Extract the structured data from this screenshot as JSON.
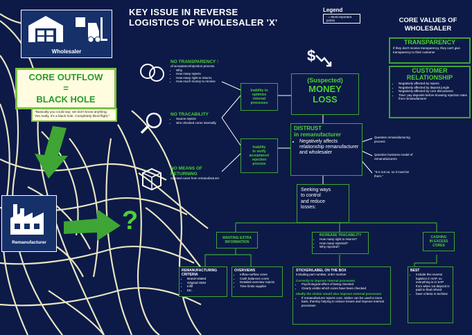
{
  "title": "KEY ISSUE IN REVERSE\nLOGISTICS OF WHOLESALER 'X'",
  "legend": {
    "title": "Legend",
    "item": "= Most important points",
    "icon": "!"
  },
  "core_values": {
    "heading": "CORE VALUES OF\nWHOLESALER",
    "transparency": {
      "title": "TRANSPARENCY",
      "text": "If they don't receive transparency, they can't give transparency to their customer"
    },
    "relationship": {
      "title": "CUSTOMER\nRELATIONSHIP",
      "items": [
        "Negatively affected by rejects",
        "Negatively affected by deposit jungle",
        "Negatively affected by core discussions",
        "Time: pay deposits before knowing rejection rates from remanufacturer"
      ]
    }
  },
  "wholesaler": {
    "label": "Wholesaler"
  },
  "remanufacturer": {
    "label": "Remanufacturer"
  },
  "core_outflow": "CORE OUTFLOW\n=\nBLACK HOLE",
  "quote": "\"Basically you could say: we don't know anything. Yes really, it's a black hole. Completely blind flight.\"",
  "question_mark": "?",
  "no_transparency": {
    "title": "NO TRANSPARENCY",
    "sub": "of acceptance/rejection process",
    "items": [
      "Why",
      "How many rejects",
      "How many right to returns",
      "How much money to receive"
    ]
  },
  "no_traceability": {
    "title": "NO TRACABILITY",
    "items": [
      "Source rejects",
      "who checked cores internally"
    ]
  },
  "no_means": {
    "title": "NO MEANS OF\nRETURNING",
    "text": "rejected cores from remanufacturer"
  },
  "inability_optimize": "Inability to\noptimize\ninternal\nprocesses",
  "inability_verify": "Inability\nto verify\nacceptance/\nrejection\nprocess",
  "money_loss": {
    "suspected": "(Suspected)",
    "main": "MONEY\nLOSS"
  },
  "distrust": {
    "title": "DISTRUST\nin remanufacturer",
    "items": [
      "Negatively affects relationship remanufacturer and wholesaler"
    ]
  },
  "distrust_notes": [
    "Question remanufacturing process",
    "Question business model of remanufacturers",
    "\"It is not us, so it must be them.\""
  ],
  "seeking": "Seeking ways\nto control\nand reduce\nlosses:",
  "branches": {
    "wanting": "WANTING EXTRA\nINFORMATION",
    "increase": {
      "title": "INCREASE TRACABILITY",
      "items": [
        "How many right to returns?",
        "How many rejected?",
        "Why rejected?"
      ]
    },
    "cashing": "CASHING\nIN EXCESS\nCORES"
  },
  "criteria": {
    "title": "REMANUFACTURING\nCRITERIA",
    "items": [
      "Brand-related",
      "Original OEM",
      "Infill",
      "Etc."
    ]
  },
  "overviews": {
    "title": "OVERVIEWS",
    "items": [
      "Inflow-outflow cores",
      "Cash balances cores",
      "Detailed overview rejects",
      "Time limits supplier"
    ]
  },
  "sticker": {
    "title": "STICKER/LABEL ON THE BOX",
    "sub": "Including part number, order number",
    "h1": "Correctly to improve internal processes",
    "items1": [
      "Psychological effect of being checked",
      "Clearly visible which cores have been checked"
    ],
    "h2": "Ideally the sticker would also improve external processes",
    "items2": [
      "If remanufacturer rejects core, sticker can be used to trace back, thereby helping to reduce losses and improve internal processes"
    ]
  },
  "best": {
    "title": "BEST",
    "items": [
      "Include the reverse logistics in SAP, so everything is in SAP from when 1st deposit is paid to final refund.",
      "have criteria in techdoc"
    ]
  },
  "colors": {
    "bg": "#0d1a47",
    "green": "#4cd137",
    "cream": "#fffce0",
    "red": "#e53935"
  }
}
